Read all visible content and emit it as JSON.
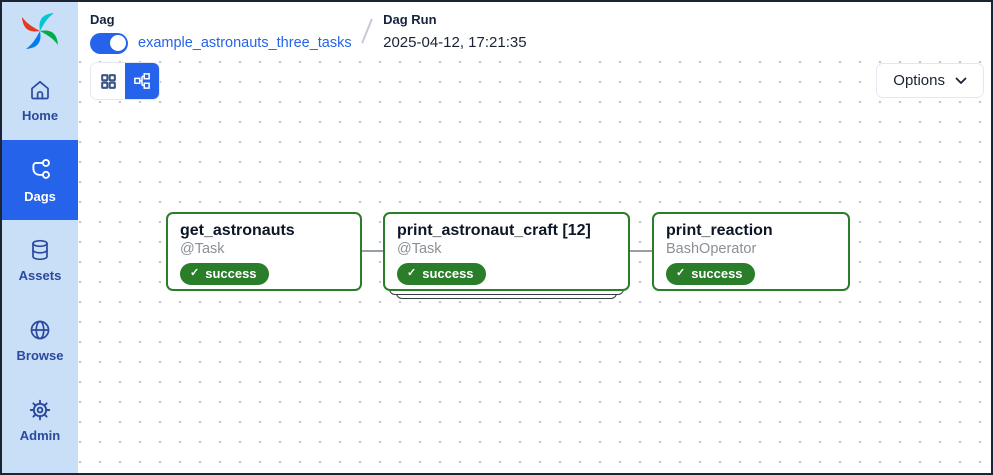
{
  "colors": {
    "accent": "#2563eb",
    "link": "#2563eb",
    "success": "#2a7e2a",
    "sidebar_bg": "#c9def7",
    "sidebar_fg": "#2a4a9e",
    "edge": "#979ea6"
  },
  "sidebar": {
    "items": [
      {
        "label": "Home",
        "icon": "home-icon",
        "active": false
      },
      {
        "label": "Dags",
        "icon": "dag-icon",
        "active": true
      },
      {
        "label": "Assets",
        "icon": "database-icon",
        "active": false
      },
      {
        "label": "Browse",
        "icon": "globe-icon",
        "active": false
      },
      {
        "label": "Admin",
        "icon": "gear-icon",
        "active": false
      }
    ]
  },
  "header": {
    "dag_label": "Dag",
    "dag_name": "example_astronauts_three_tasks",
    "dag_toggle_on": true,
    "dag_run_label": "Dag Run",
    "dag_run_time": "2025-04-12, 17:21:35"
  },
  "toolbar": {
    "view_buttons": [
      {
        "name": "grid-view",
        "selected": false
      },
      {
        "name": "graph-view",
        "selected": true
      }
    ],
    "options_label": "Options",
    "options_chevron": "chevron-down-icon"
  },
  "graph": {
    "nodes": [
      {
        "title": "get_astronauts",
        "subtitle": "@Task",
        "status": "success",
        "status_check": "✓",
        "mapped_stack": false
      },
      {
        "title": "print_astronaut_craft [12]",
        "subtitle": "@Task",
        "status": "success",
        "status_check": "✓",
        "mapped_stack": true
      },
      {
        "title": "print_reaction",
        "subtitle": "BashOperator",
        "status": "success",
        "status_check": "✓",
        "mapped_stack": false
      }
    ],
    "edges": [
      {
        "from": "get_astronauts",
        "to": "print_astronaut_craft"
      },
      {
        "from": "print_astronaut_craft",
        "to": "print_reaction"
      }
    ]
  }
}
